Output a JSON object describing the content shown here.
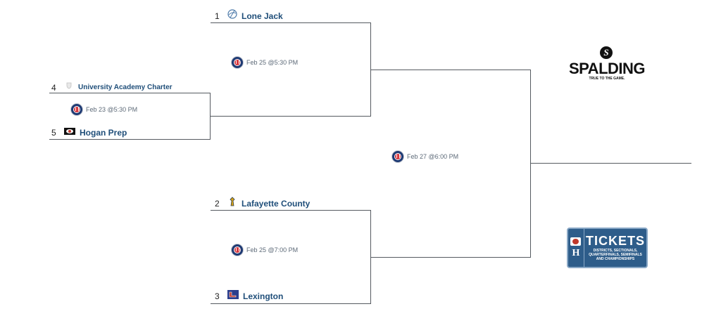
{
  "colors": {
    "team_name": "#1f4e79",
    "bracket_line": "#555a60",
    "game_text": "#5d6a78",
    "ticket_bg": "#2e5d8a"
  },
  "teams": {
    "lone_jack": {
      "seed": "1",
      "name": "Lone Jack",
      "logo": "ball-logo-icon"
    },
    "university_academy": {
      "seed": "4",
      "name": "University Academy Charter",
      "logo": "shield-logo-icon"
    },
    "hogan_prep": {
      "seed": "5",
      "name": "Hogan Prep",
      "logo": "eye-logo-icon"
    },
    "lafayette_county": {
      "seed": "2",
      "name": "Lafayette County",
      "logo": "huskie-logo-icon"
    },
    "lexington": {
      "seed": "3",
      "name": "Lexington",
      "logo": "l-logo-icon"
    }
  },
  "games": {
    "g1": {
      "time": "Feb 23 @5:30 PM",
      "icon": "mshsaa-logo-icon"
    },
    "g2": {
      "time": "Feb 25 @5:30 PM",
      "icon": "mshsaa-logo-icon"
    },
    "g3": {
      "time": "Feb 25 @7:00 PM",
      "icon": "mshsaa-logo-icon"
    },
    "g4": {
      "time": "Feb 27 @6:00 PM",
      "icon": "mshsaa-logo-icon"
    }
  },
  "sponsors": {
    "spalding": {
      "name": "SPALDING",
      "tagline": "TRUE TO THE GAME."
    },
    "tickets": {
      "title": "TICKETS",
      "line1": "DISTRICTS, SECTIONALS,",
      "line2": "QUARTERFINALS, SEMIFINALS",
      "line3": "AND CHAMPIONSHIPS",
      "letter": "H"
    }
  }
}
